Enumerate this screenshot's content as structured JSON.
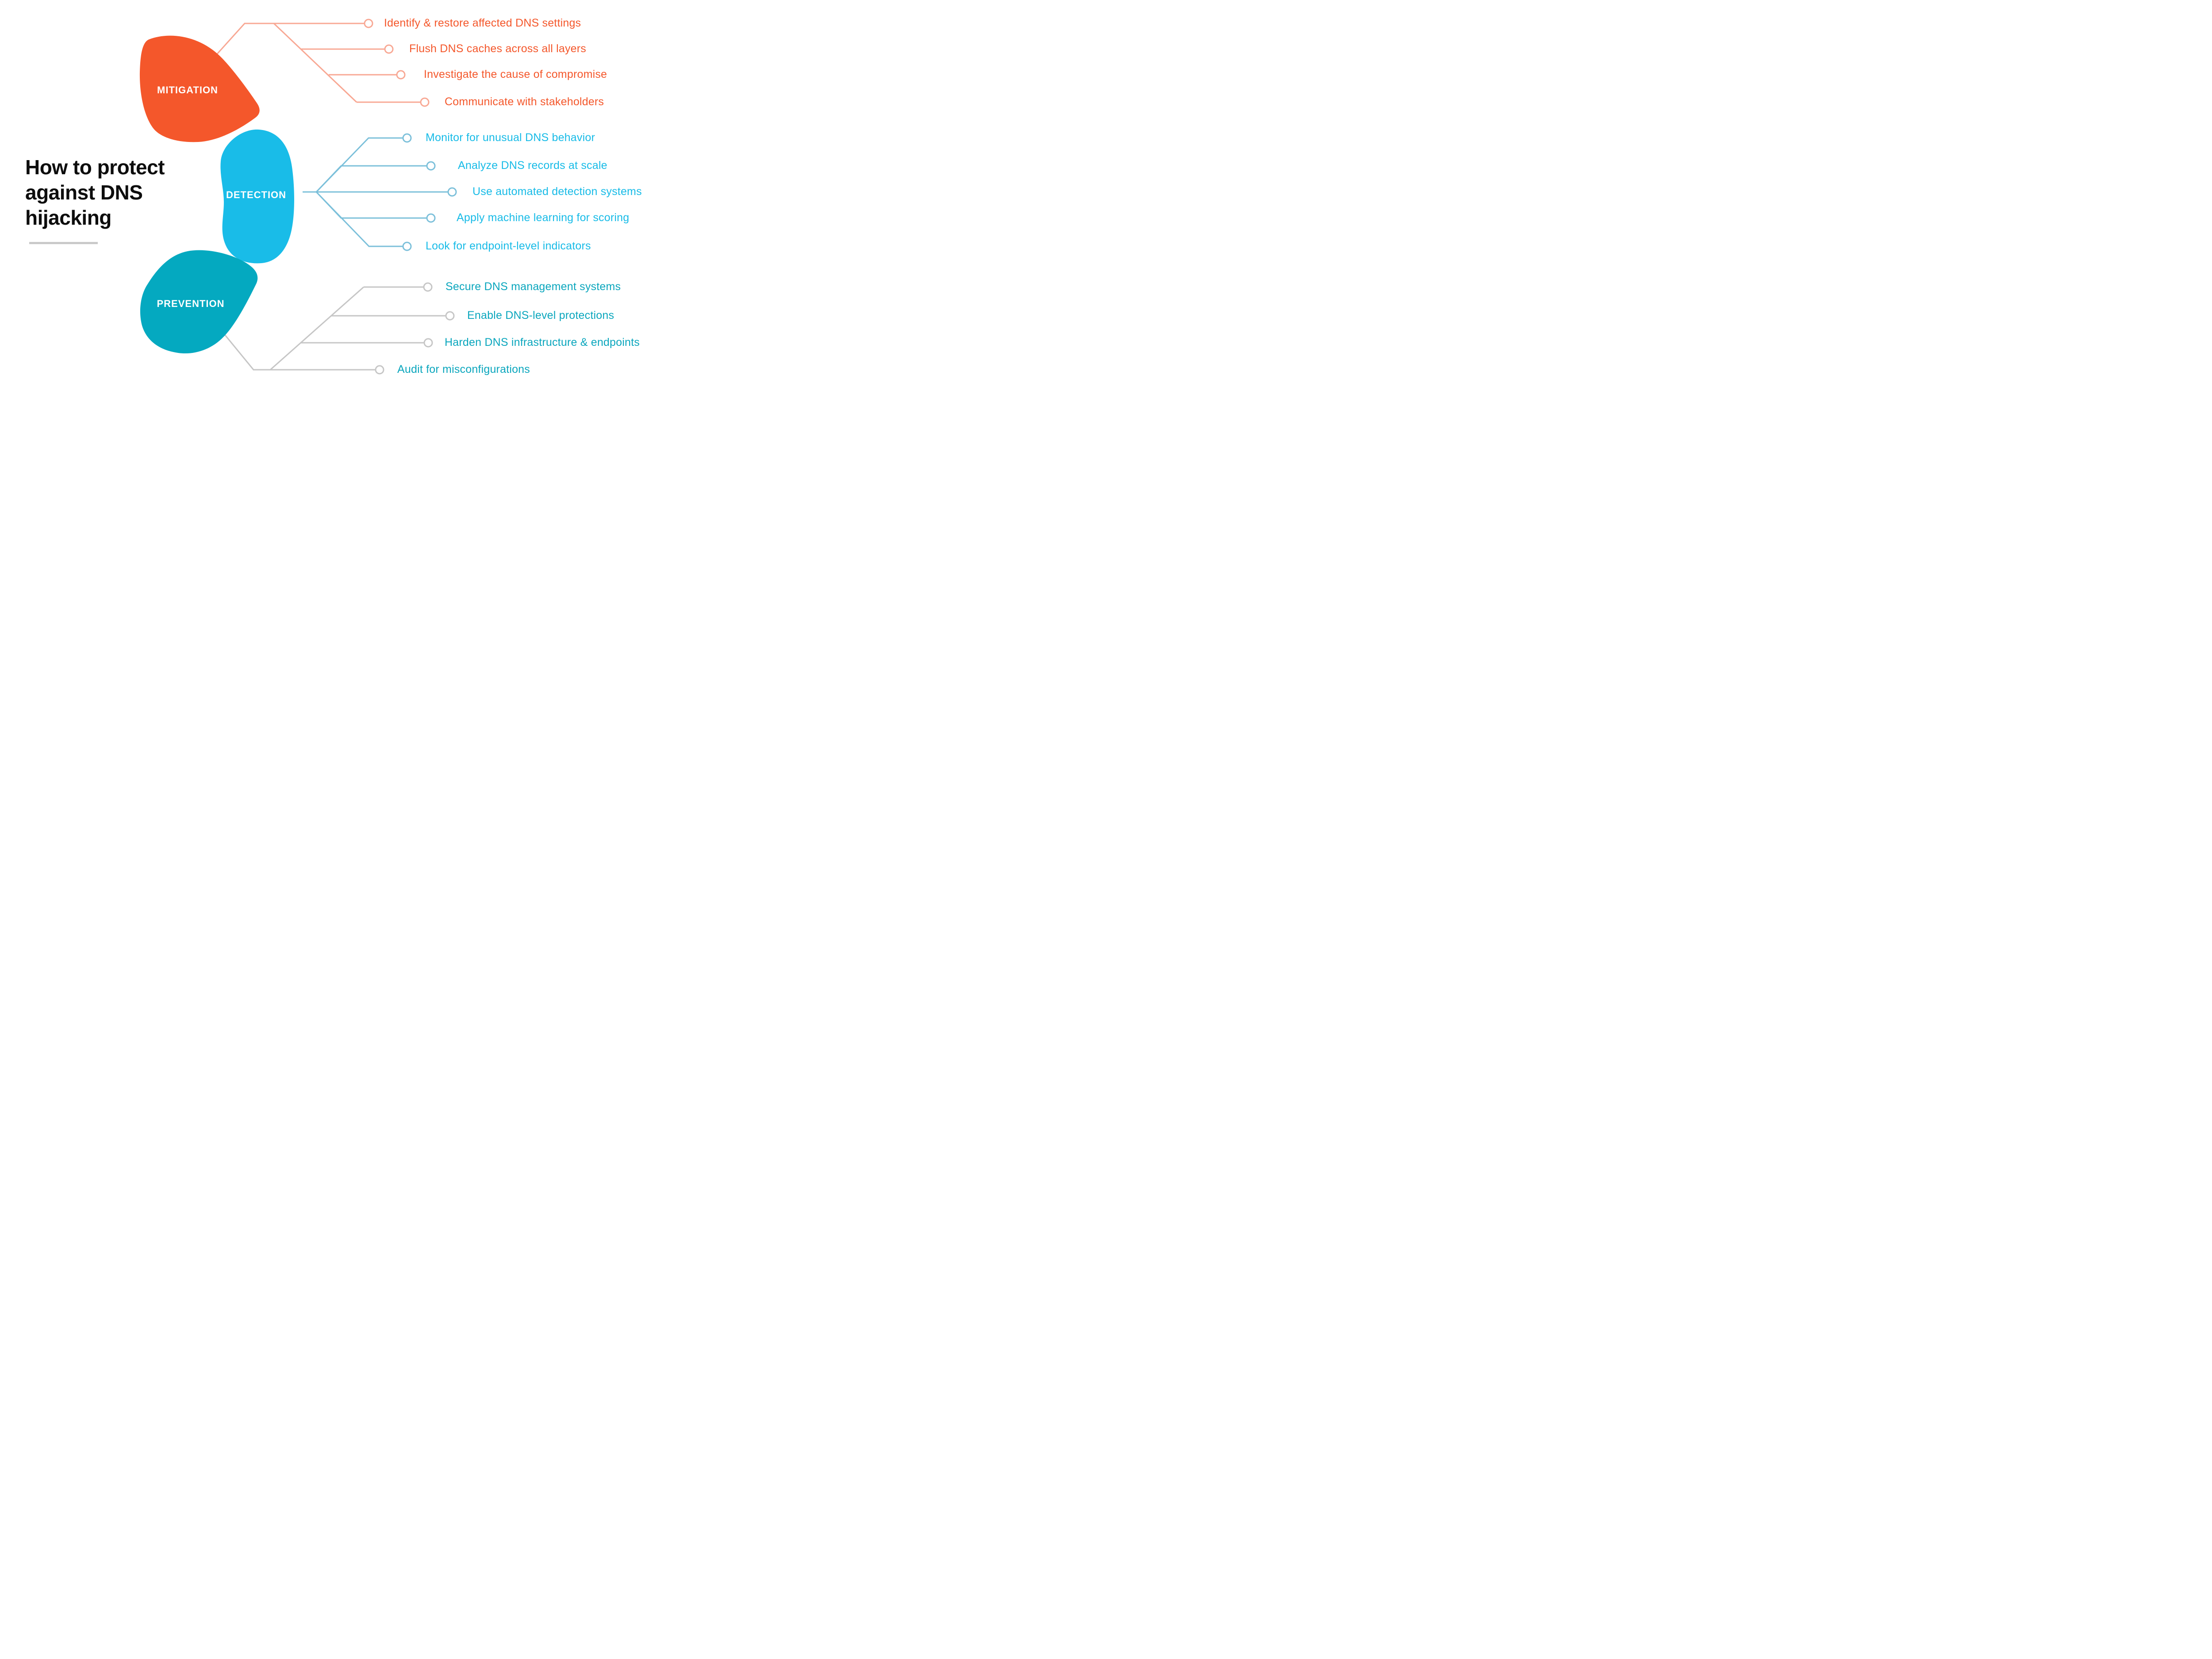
{
  "title": {
    "text": "How to protect against DNS hijacking",
    "lines": [
      "How to protect",
      "against DNS",
      "hijacking"
    ]
  },
  "colors": {
    "background": "#FFFFFF",
    "title_text": "#0D0D0D",
    "title_underline": "#C9C9C9",
    "mitigation_blob": "#F4572B",
    "mitigation_text": "#F4572B",
    "mitigation_connector": "#F8A894",
    "detection_blob": "#19BCE8",
    "detection_text": "#17BBE7",
    "detection_connector": "#7CC0DA",
    "prevention_blob": "#04A9C0",
    "prevention_text": "#0AA6BD",
    "prevention_connector": "#C6C6C6",
    "blob_label_text": "#FFFFFF"
  },
  "sections": [
    {
      "id": "mitigation",
      "label": "MITIGATION",
      "items": [
        "Identify & restore affected DNS settings",
        "Flush DNS caches across all layers",
        "Investigate the cause of compromise",
        "Communicate with stakeholders"
      ]
    },
    {
      "id": "detection",
      "label": "DETECTION",
      "items": [
        "Monitor for unusual DNS behavior",
        "Analyze DNS records at scale",
        "Use automated detection systems",
        "Apply machine learning for scoring",
        "Look for endpoint-level indicators"
      ]
    },
    {
      "id": "prevention",
      "label": "PREVENTION",
      "items": [
        "Secure DNS management systems",
        "Enable DNS-level protections",
        "Harden DNS infrastructure & endpoints",
        "Audit for misconfigurations"
      ]
    }
  ]
}
